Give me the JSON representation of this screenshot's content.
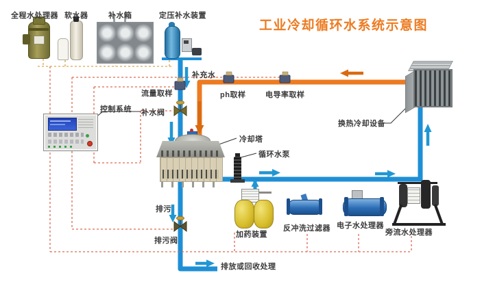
{
  "title": "工业冷却循环水系统示意图",
  "equipment_labels": {
    "water_processor": "全程水处理器",
    "softener": "软水器",
    "makeup_tank": "补水箱",
    "pressure_makeup_device": "定压补水装置",
    "control_system": "控制系统",
    "cooling_tower": "冷却塔",
    "circulating_pump": "循环水泵",
    "heat_exchange_equipment": "换热冷却设备",
    "dosing_device": "加药装置",
    "backwash_filter": "反冲洗过滤器",
    "electronic_water_processor": "电子水处理器",
    "sidestream_water_processor": "旁流水处理器"
  },
  "flow_labels": {
    "makeup_water": "补充水",
    "flow_sampling": "流量取样",
    "ph_sampling": "ph取样",
    "conductivity_sampling": "电导率取样",
    "makeup_valve": "补水阀",
    "blowdown": "排污",
    "blowdown_valve": "排污阀",
    "discharge_or_recycle": "排放或回收处理"
  },
  "colors": {
    "title": "#ED7B21",
    "hot_water_pipe": "#ED7B21",
    "cold_water_pipe": "#1E8FD5",
    "control_signal_dashed": "#DD6A52",
    "equipment_bus_dashed": "#D9A84E",
    "label_text": "#3A3A3A"
  }
}
